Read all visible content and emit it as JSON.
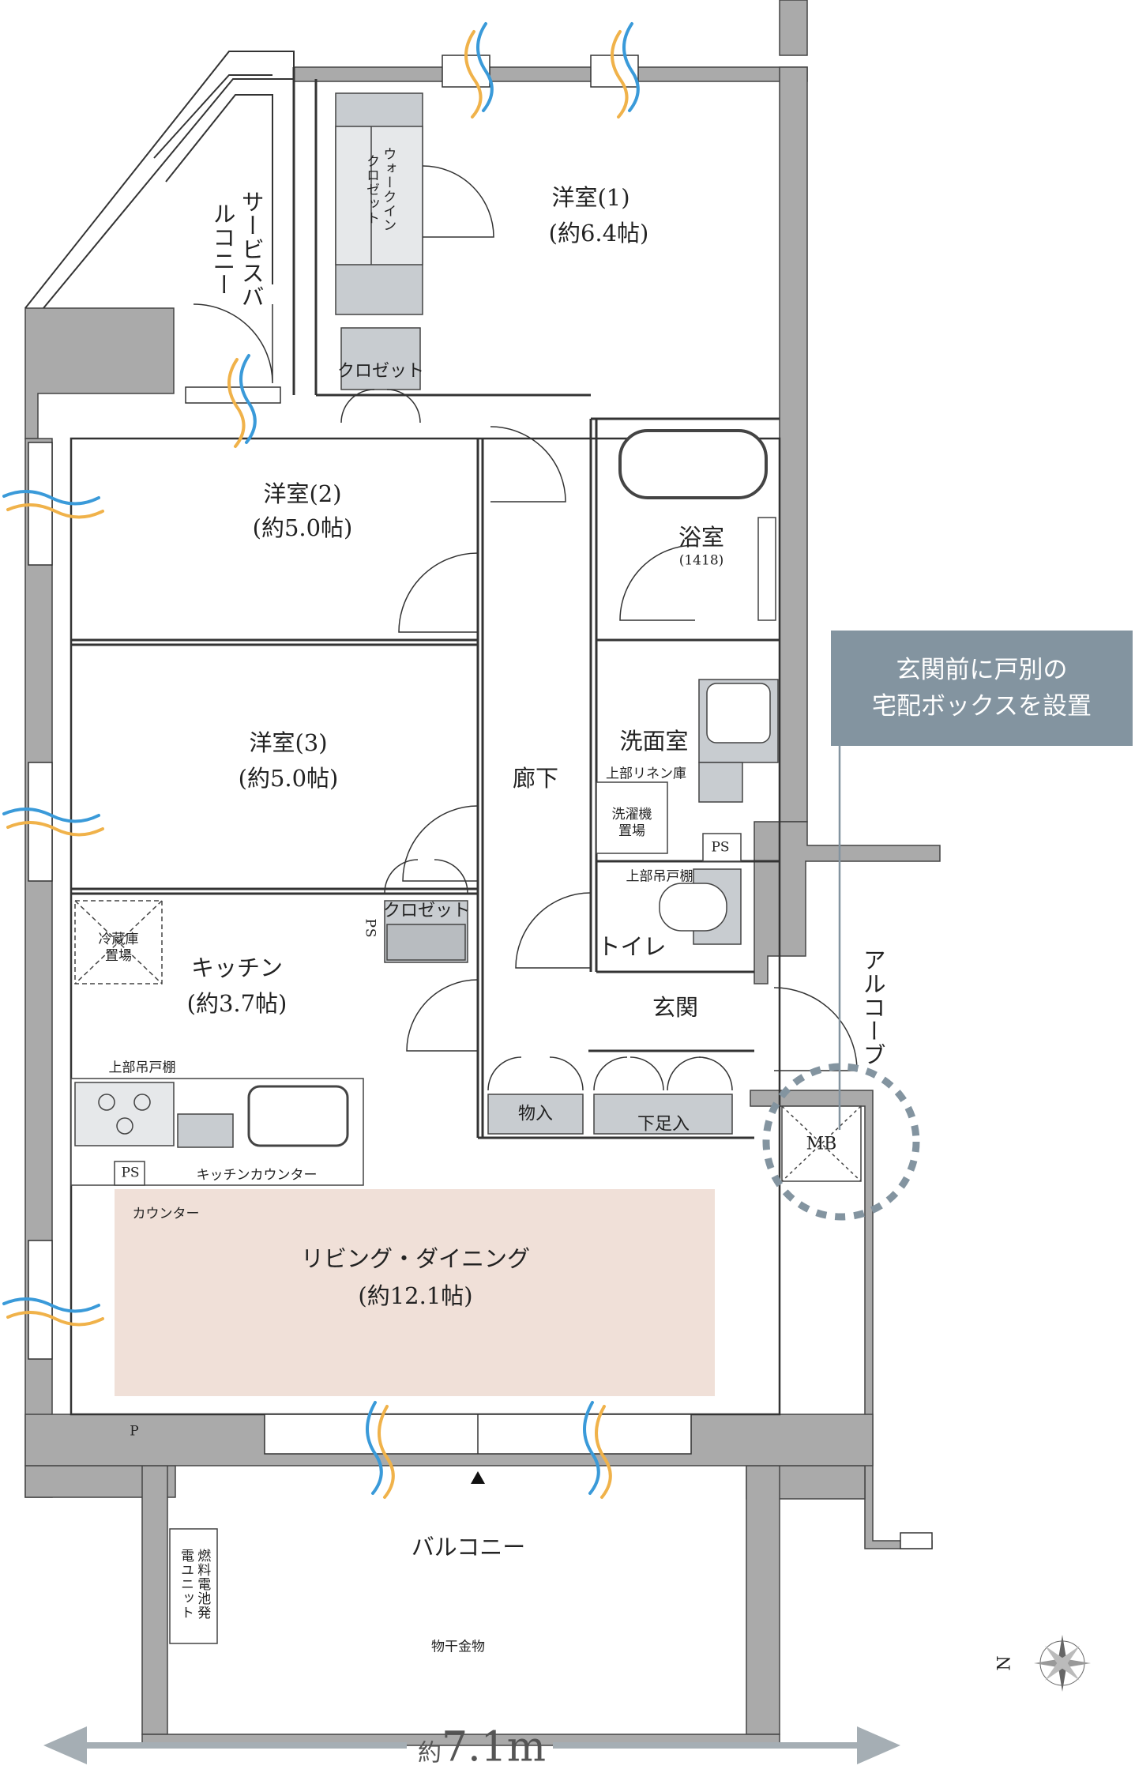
{
  "rooms": {
    "western1": {
      "name": "洋室(1)",
      "size": "(約6.4帖)"
    },
    "western2": {
      "name": "洋室(2)",
      "size": "(約5.0帖)"
    },
    "western3": {
      "name": "洋室(3)",
      "size": "(約5.0帖)"
    },
    "kitchen": {
      "name": "キッチン",
      "size": "(約3.7帖)"
    },
    "living": {
      "name": "リビング・ダイニング",
      "size": "(約12.1帖)"
    },
    "bath": {
      "name": "浴室",
      "size": "(1418)"
    },
    "washroom": "洗面室",
    "corridor": "廊下",
    "toilet": "トイレ",
    "entrance": "玄関",
    "balcony": "バルコニー",
    "service_balcony": "サービスバルコニー",
    "alcove": "アルコーブ"
  },
  "fixtures": {
    "walk_in_closet": "ウォークインクロゼット",
    "closet_1": "クロゼット",
    "closet_2": "クロゼット",
    "fridge": "冷蔵庫置場",
    "upper_cabinet_kitchen": "上部吊戸棚",
    "upper_cabinet_toilet": "上部吊戸棚",
    "upper_linen": "上部リネン庫",
    "washing_machine": "洗濯機置場",
    "ps": "PS",
    "ps_vertical": "PS",
    "ps_kitchen": "PS",
    "kitchen_counter": "キッチンカウンター",
    "counter": "カウンター",
    "storage": "物入",
    "shoe_storage": "下足入",
    "mb": "MB",
    "fuel_cell": "燃料電池発電ユニット",
    "clothes_hanger": "物干金物",
    "p_mark": "P"
  },
  "callout": {
    "line1": "玄関前に戸別の",
    "line2": "宅配ボックスを設置"
  },
  "dimension": {
    "prefix": "約",
    "value": "7.1m"
  },
  "compass": {
    "north": "N"
  },
  "colors": {
    "wall": "#aaaaaa",
    "living_highlight": "#f0e0d8",
    "callout_bg": "#8394a0",
    "fixture_fill": "#c8ccd0",
    "wind_blue": "#3a9ad9",
    "wind_orange": "#f0b24a",
    "arrow_gray": "#a5aeb4"
  }
}
